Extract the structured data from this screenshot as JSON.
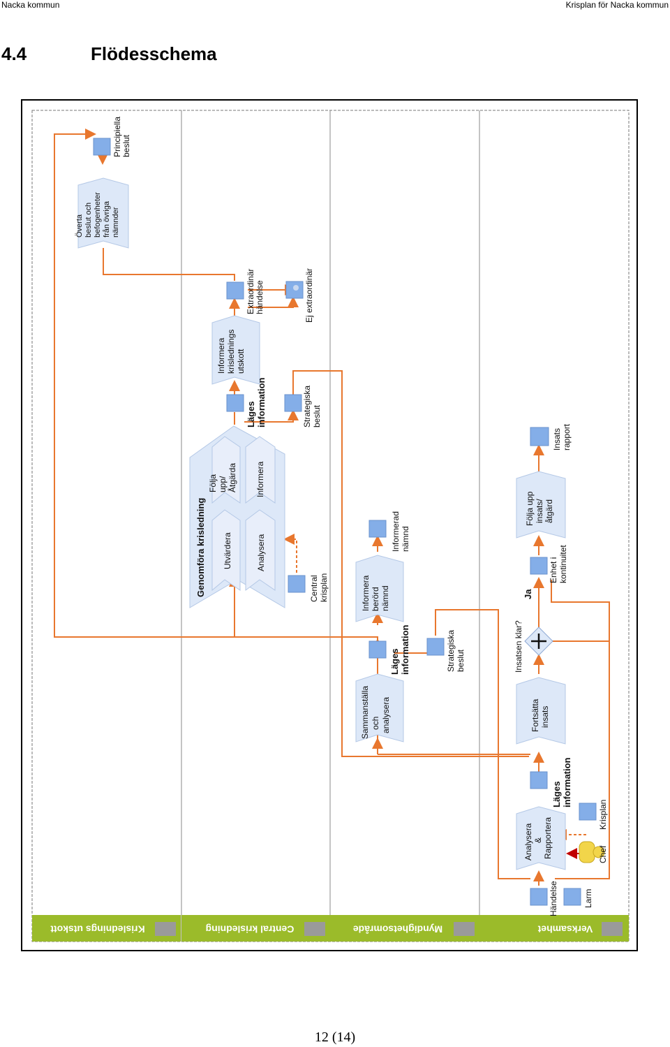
{
  "header": {
    "left": "Nacka kommun",
    "right": "Krisplan för Nacka kommun"
  },
  "section": {
    "number": "4.4",
    "title": "Flödesschema"
  },
  "lanes": {
    "krisledningsutskott": "Krislednings utskott",
    "central": "Central krisledning",
    "myndighet": "Myndighetsområde",
    "verksamhet": "Verksamhet"
  },
  "labels": {
    "overta": [
      "Överta",
      "beslut och",
      "befogenheter",
      "från övriga",
      "nämnder"
    ],
    "principiella": [
      "Principiella",
      "beslut"
    ],
    "informera_kl": [
      "Informera",
      "krislednings",
      "utskott"
    ],
    "extraordinar": [
      "Extraordinär",
      "händelse"
    ],
    "ej_extraordinar": "Ej extraordinär",
    "lages_central": [
      "Läges",
      "information"
    ],
    "strategiska_central": [
      "Strategiska",
      "beslut"
    ],
    "genomfora": "Genomföra krisledning",
    "folja_upp": [
      "Följa",
      "upp/",
      "Åtgärda"
    ],
    "utvardera": "Utvärdera",
    "informera": "Informera",
    "analysera": "Analysera",
    "central_krisplan": [
      "Central",
      "krisplan"
    ],
    "informera_nam": [
      "Informera",
      "berörd",
      "nämnd"
    ],
    "informerad_nam": [
      "Informerad",
      "nämnd"
    ],
    "sammanstalla": [
      "Sammanställa",
      "och",
      "analysera"
    ],
    "lages_myn": [
      "Läges",
      "information"
    ],
    "strategiska_myn": [
      "Strategiska",
      "beslut"
    ],
    "insats_rapport": [
      "Insats",
      "rapport"
    ],
    "folja_upp_insats": [
      "Följa upp",
      "insats/",
      "åtgärd"
    ],
    "enhet_kontinuitet": [
      "Enhet i",
      "kontinuitet"
    ],
    "ja": "Ja",
    "insatsen_klar": "Insatsen klar?",
    "fortsatta": [
      "Fortsätta",
      "insats"
    ],
    "lages_verk": [
      "Läges",
      "information"
    ],
    "analysera_rapportera": [
      "Analysera",
      "&",
      "Rapportera"
    ],
    "handelse": "Händelse",
    "larm": "Larm",
    "chef": "Chef",
    "krisplan": "Krisplan"
  },
  "colors": {
    "flow": "#e8772e",
    "lane": "#9bbb2a",
    "box": "#84aee8",
    "shape": "#dde8f8"
  },
  "footer": {
    "page": "12 (14)"
  }
}
